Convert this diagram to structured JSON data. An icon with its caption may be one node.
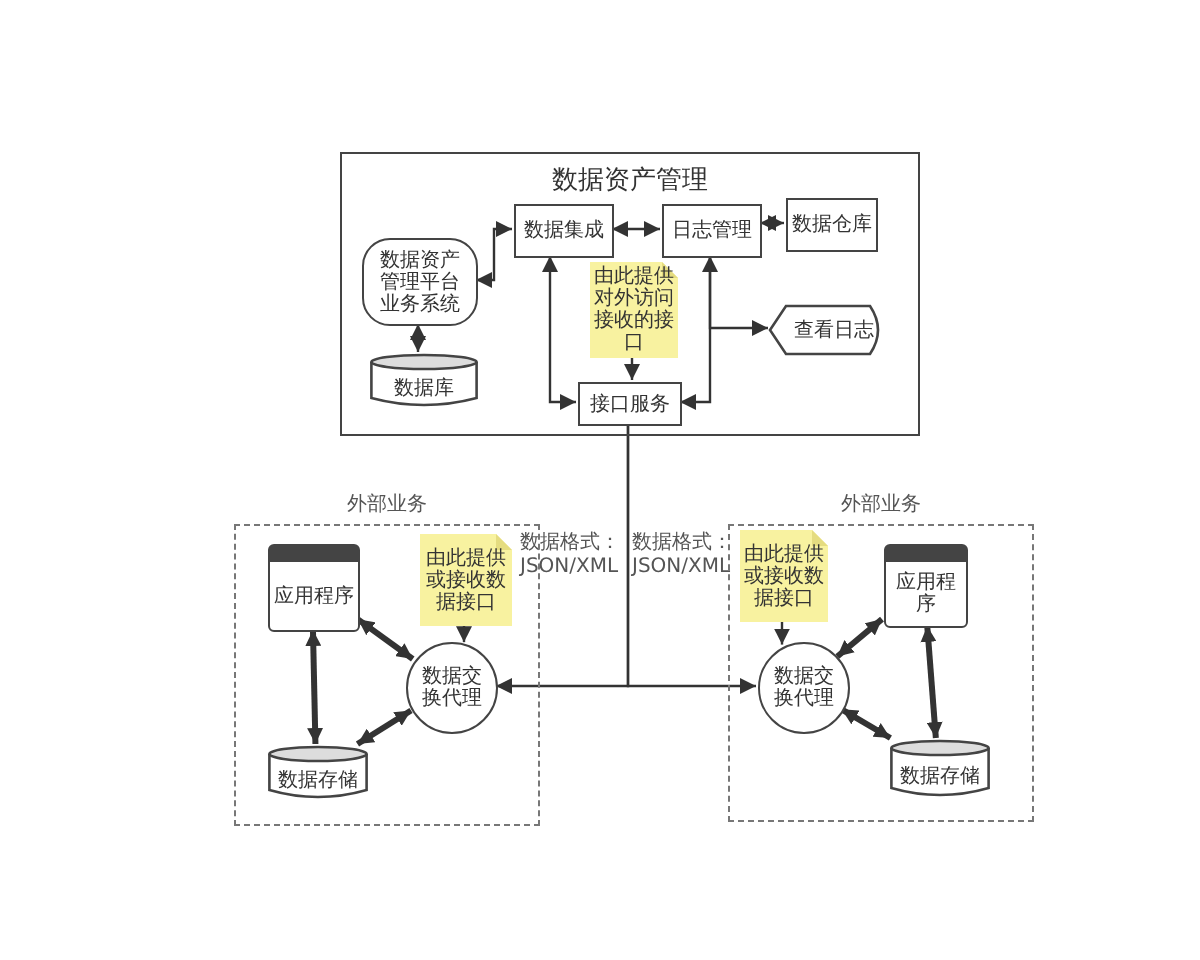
{
  "diagram": {
    "nodes": [
      {
        "text": [
          "数据资产管理"
        ]
      },
      {
        "text": [
          "数据集成"
        ],
        "in": 0
      },
      {
        "text": [
          "日志管理"
        ],
        "in": 0
      },
      {
        "text": [
          "数据仓库"
        ],
        "in": 0
      },
      {
        "text": [
          "数据资产管理平台业务系统"
        ],
        "in": 0
      },
      {
        "text": [
          "由此提供对外访问接收的接口"
        ],
        "in": 0
      },
      {
        "text": [
          "查看日志"
        ],
        "in": 0
      },
      {
        "text": [
          "数据库"
        ],
        "in": 0
      },
      {
        "text": [
          "接口服务"
        ],
        "in": 0
      },
      {
        "text": [
          "外部业务"
        ]
      },
      {
        "text": [
          "外部业务"
        ]
      },
      {
        "text": [
          "由此提供或接收数据接口"
        ],
        "in": 9
      },
      {
        "text": [
          "应用程序"
        ],
        "in": 9
      },
      {
        "text": [
          "数据交换代理"
        ],
        "in": 9
      },
      {
        "text": [
          "数据存储"
        ],
        "in": 9
      },
      {
        "text": [
          "由此提供或接收数据接口"
        ],
        "in": 10
      },
      {
        "text": [
          "应用程序"
        ],
        "in": 10
      },
      {
        "text": [
          "数据交换代理"
        ],
        "in": 10
      },
      {
        "text": [
          "数据存储"
        ],
        "in": 10
      }
    ],
    "edges": [
      {
        "from": 4,
        "to": 1,
        "arrow": "both"
      },
      {
        "from": 1,
        "to": 2,
        "arrow": "both"
      },
      {
        "from": 2,
        "to": 3,
        "arrow": "both"
      },
      {
        "from": 4,
        "to": 7,
        "arrow": "both"
      },
      {
        "from": 1,
        "to": 8,
        "arrow": "both"
      },
      {
        "from": 2,
        "to": 8,
        "arrow": "both"
      },
      {
        "from": 2,
        "to": 6,
        "arrow": "to"
      },
      {
        "from": 5,
        "to": 8,
        "arrow": "to"
      },
      {
        "from": 8,
        "to": 13,
        "arrow": "to"
      },
      {
        "from": 8,
        "to": 17,
        "arrow": "to"
      },
      {
        "from": 11,
        "to": 13,
        "arrow": "to"
      },
      {
        "from": 12,
        "to": 13,
        "arrow": "both",
        "style": "thick"
      },
      {
        "from": 12,
        "to": 14,
        "arrow": "both",
        "style": "thick"
      },
      {
        "from": 14,
        "to": 13,
        "arrow": "both",
        "style": "thick"
      },
      {
        "from": 15,
        "to": 17,
        "arrow": "to"
      },
      {
        "from": 17,
        "to": 16,
        "arrow": "both",
        "style": "thick"
      },
      {
        "from": 16,
        "to": 18,
        "arrow": "both",
        "style": "thick"
      },
      {
        "from": 17,
        "to": 18,
        "arrow": "both",
        "style": "thick"
      }
    ],
    "labels": [
      "数据格式：JSON/XML",
      "数据格式：JSON/XML"
    ]
  }
}
